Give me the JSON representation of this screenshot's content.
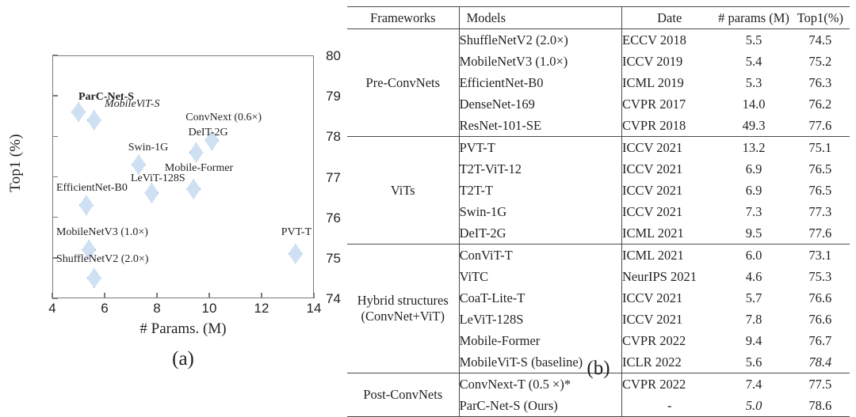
{
  "chart_data": {
    "type": "scatter",
    "title": "",
    "xlabel": "# Params. (M)",
    "ylabel": "Top1 (%)",
    "xlim": [
      4,
      14
    ],
    "ylim": [
      74,
      80
    ],
    "xticks": [
      "4",
      "6",
      "8",
      "10",
      "12",
      "14"
    ],
    "yticks": [
      "74",
      "75",
      "76",
      "77",
      "78",
      "79",
      "80"
    ],
    "grid": false,
    "legend": "none",
    "marker_shape": "diamond",
    "marker_fill": "#cfe0f3",
    "marker_stroke": "#8fb4d9",
    "points": [
      {
        "label": "ParC-Net-S",
        "x": 5.0,
        "y": 78.6,
        "style": "bold",
        "lx": 5.0,
        "ly": 78.97,
        "anchor": "left"
      },
      {
        "label": "MobileViT-S",
        "x": 5.6,
        "y": 78.4,
        "style": "italic",
        "lx": 6.0,
        "ly": 78.78,
        "anchor": "left"
      },
      {
        "label": "ConvNext (0.6×)",
        "x": 10.1,
        "y": 77.9,
        "style": "normal",
        "lx": 9.1,
        "ly": 78.45,
        "anchor": "left"
      },
      {
        "label": "DeIT-2G",
        "x": 9.5,
        "y": 77.6,
        "style": "normal",
        "lx": 9.2,
        "ly": 78.08,
        "anchor": "left"
      },
      {
        "label": "Swin-1G",
        "x": 7.3,
        "y": 77.3,
        "style": "normal",
        "lx": 6.9,
        "ly": 77.72,
        "anchor": "left"
      },
      {
        "label": "Mobile-Former",
        "x": 9.4,
        "y": 76.7,
        "style": "normal",
        "lx": 8.3,
        "ly": 77.2,
        "anchor": "left"
      },
      {
        "label": "LeViT-128S",
        "x": 7.8,
        "y": 76.6,
        "style": "normal",
        "lx": 7.0,
        "ly": 76.96,
        "anchor": "left"
      },
      {
        "label": "EfficientNet-B0",
        "x": 5.3,
        "y": 76.3,
        "style": "normal",
        "lx": 4.15,
        "ly": 76.72,
        "anchor": "left"
      },
      {
        "label": "MobileNetV3 (1.0×)",
        "x": 5.4,
        "y": 75.2,
        "style": "normal",
        "lx": 4.15,
        "ly": 75.62,
        "anchor": "left"
      },
      {
        "label": "ShuffleNetV2 (2.0×)",
        "x": 5.6,
        "y": 74.5,
        "style": "normal",
        "lx": 4.15,
        "ly": 74.96,
        "anchor": "left"
      },
      {
        "label": "PVT-T",
        "x": 13.3,
        "y": 75.1,
        "style": "normal",
        "lx": 12.75,
        "ly": 75.62,
        "anchor": "left"
      }
    ]
  },
  "figure_a": {
    "caption": "(a)",
    "xlabel": "# Params. (M)",
    "ylabel": "Top1 (%)"
  },
  "figure_b": {
    "caption": "(b)",
    "table": {
      "headers": [
        "Frameworks",
        "Models",
        "Date",
        "# params (M)",
        "Top1(%)"
      ],
      "groups": [
        {
          "framework": "Pre-ConvNets",
          "rows": [
            {
              "model": "ShuffleNetV2 (2.0×)",
              "date": "ECCV 2018",
              "params": "5.5",
              "top1": "74.5",
              "params_style": "normal",
              "top1_style": "normal",
              "model_style": "normal"
            },
            {
              "model": "MobileNetV3 (1.0×)",
              "date": "ICCV 2019",
              "params": "5.4",
              "top1": "75.2",
              "params_style": "normal",
              "top1_style": "normal",
              "model_style": "normal"
            },
            {
              "model": "EfficientNet-B0",
              "date": "ICML 2019",
              "params": "5.3",
              "top1": "76.3",
              "params_style": "normal",
              "top1_style": "normal",
              "model_style": "normal"
            },
            {
              "model": "DenseNet-169",
              "date": "CVPR 2017",
              "params": "14.0",
              "top1": "76.2",
              "params_style": "normal",
              "top1_style": "normal",
              "model_style": "normal"
            },
            {
              "model": "ResNet-101-SE",
              "date": "CVPR 2018",
              "params": "49.3",
              "top1": "77.6",
              "params_style": "normal",
              "top1_style": "normal",
              "model_style": "normal"
            }
          ]
        },
        {
          "framework": "ViTs",
          "rows": [
            {
              "model": "PVT-T",
              "date": "ICCV 2021",
              "params": "13.2",
              "top1": "75.1",
              "params_style": "normal",
              "top1_style": "normal",
              "model_style": "normal"
            },
            {
              "model": "T2T-ViT-12",
              "date": "ICCV 2021",
              "params": "6.9",
              "top1": "76.5",
              "params_style": "normal",
              "top1_style": "normal",
              "model_style": "normal"
            },
            {
              "model": "T2T-T",
              "date": "ICCV 2021",
              "params": "6.9",
              "top1": "76.5",
              "params_style": "normal",
              "top1_style": "normal",
              "model_style": "normal"
            },
            {
              "model": "Swin-1G",
              "date": "ICCV 2021",
              "params": "7.3",
              "top1": "77.3",
              "params_style": "normal",
              "top1_style": "normal",
              "model_style": "normal"
            },
            {
              "model": "DeIT-2G",
              "date": "ICML 2021",
              "params": "9.5",
              "top1": "77.6",
              "params_style": "normal",
              "top1_style": "normal",
              "model_style": "normal"
            }
          ]
        },
        {
          "framework": "Hybrid structures\n(ConvNet+ViT)",
          "framework_line1": "Hybrid structures",
          "framework_line2": "(ConvNet+ViT)",
          "rows": [
            {
              "model": "ConViT-T",
              "date": "ICML 2021",
              "params": "6.0",
              "top1": "73.1",
              "params_style": "normal",
              "top1_style": "normal",
              "model_style": "normal"
            },
            {
              "model": "ViTC",
              "date": "NeurIPS 2021",
              "params": "4.6",
              "top1": "75.3",
              "params_style": "bold",
              "top1_style": "normal",
              "model_style": "normal"
            },
            {
              "model": "CoaT-Lite-T",
              "date": "ICCV 2021",
              "params": "5.7",
              "top1": "76.6",
              "params_style": "normal",
              "top1_style": "normal",
              "model_style": "normal"
            },
            {
              "model": "LeViT-128S",
              "date": "ICCV 2021",
              "params": "7.8",
              "top1": "76.6",
              "params_style": "normal",
              "top1_style": "normal",
              "model_style": "normal"
            },
            {
              "model": "Mobile-Former",
              "date": "CVPR 2022",
              "params": "9.4",
              "top1": "76.7",
              "params_style": "normal",
              "top1_style": "normal",
              "model_style": "normal"
            },
            {
              "model": "MobileViT-S (baseline)",
              "date": "ICLR 2022",
              "params": "5.6",
              "top1": "78.4",
              "params_style": "normal",
              "top1_style": "italic",
              "model_style": "normal"
            }
          ]
        },
        {
          "framework": "Post-ConvNets",
          "rows": [
            {
              "model": "ConvNext-T (0.5 ×)*",
              "date": "CVPR 2022",
              "params": "7.4",
              "top1": "77.5",
              "params_style": "normal",
              "top1_style": "normal",
              "model_style": "normal"
            },
            {
              "model": "ParC-Net-S  (Ours)",
              "date": "-",
              "params": "5.0",
              "top1": "78.6",
              "params_style": "italic",
              "top1_style": "bold",
              "model_style": "normal"
            }
          ]
        }
      ]
    }
  }
}
